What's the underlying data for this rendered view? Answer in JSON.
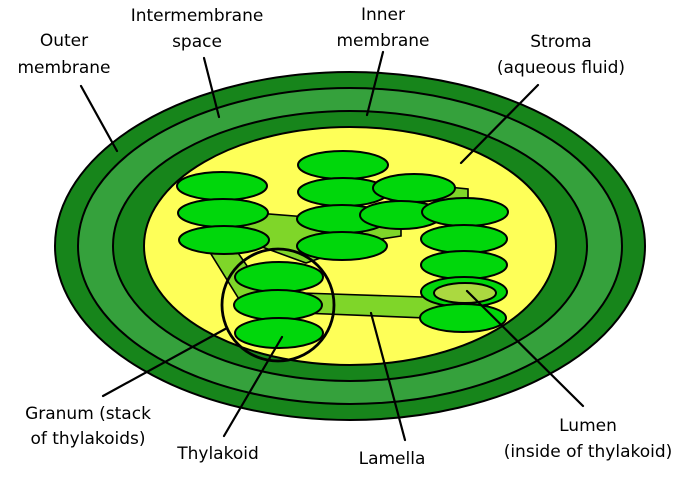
{
  "colors": {
    "background": "#ffffff",
    "outline": "#000000",
    "label_text": "#000000",
    "membrane_dark": "#17851b",
    "intermembrane": "#35a13c",
    "stroma": "#feff58",
    "thylakoid": "#00d70b",
    "lamella": "#7fd629",
    "lumen": "#abd940"
  },
  "labels": {
    "outer_membrane": {
      "line1": "Outer",
      "line2": "membrane"
    },
    "intermembrane_space": {
      "line1": "Intermembrane",
      "line2": "space"
    },
    "inner_membrane": {
      "line1": "Inner",
      "line2": "membrane"
    },
    "stroma": {
      "line1": "Stroma",
      "line2": "(aqueous fluid)"
    },
    "granum": {
      "line1": "Granum (stack",
      "line2": "of thylakoids)"
    },
    "thylakoid": {
      "line1": "Thylakoid"
    },
    "lamella": {
      "line1": "Lamella"
    },
    "lumen": {
      "line1": "Lumen",
      "line2": "(inside of thylakoid)"
    }
  }
}
